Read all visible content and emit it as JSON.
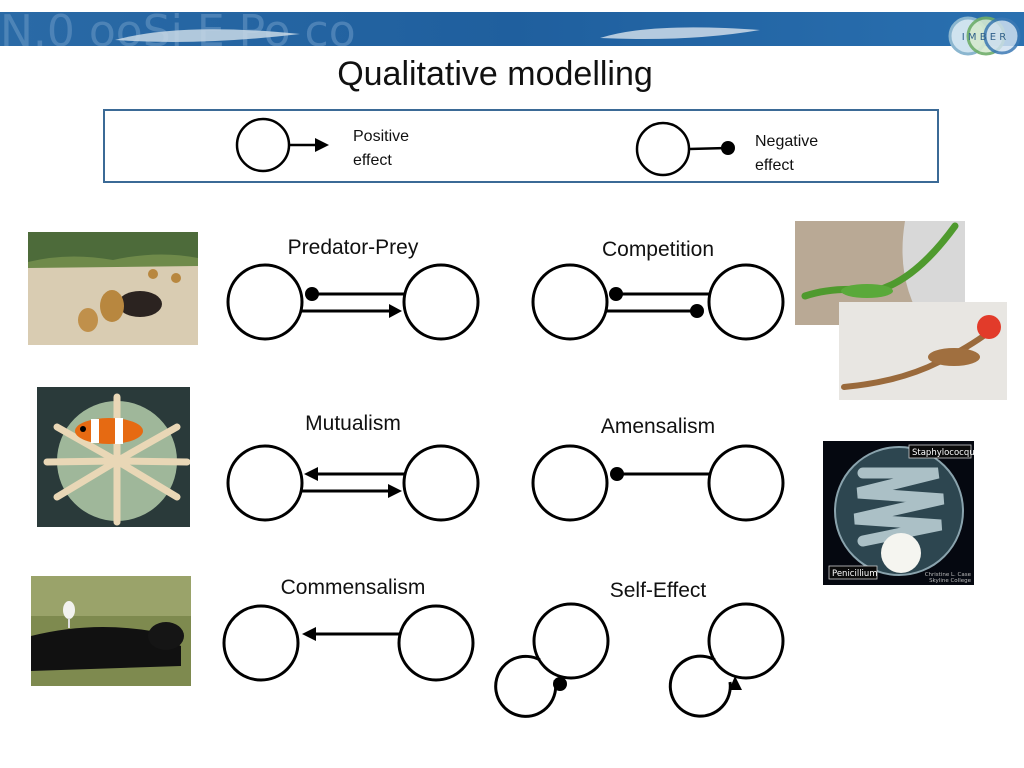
{
  "title": "Qualitative modelling",
  "banner": {
    "logo_text": "I M B E R"
  },
  "legend": {
    "positive": "Positive\neffect",
    "negative": "Negative\neffect"
  },
  "diagrams": {
    "predator_prey": "Predator-Prey",
    "competition": "Competition",
    "mutualism": "Mutualism",
    "amensalism": "Amensalism",
    "commensalism": "Commensalism",
    "self_effect": "Self-Effect"
  },
  "photos": {
    "petri_top_label": "Staphylococque",
    "petri_bottom_label": "Penicillium",
    "petri_credit": "Christine L. Case\nSkyline College"
  },
  "colors": {
    "accent": "#3b6a96",
    "banner": "#1d5f9f"
  }
}
